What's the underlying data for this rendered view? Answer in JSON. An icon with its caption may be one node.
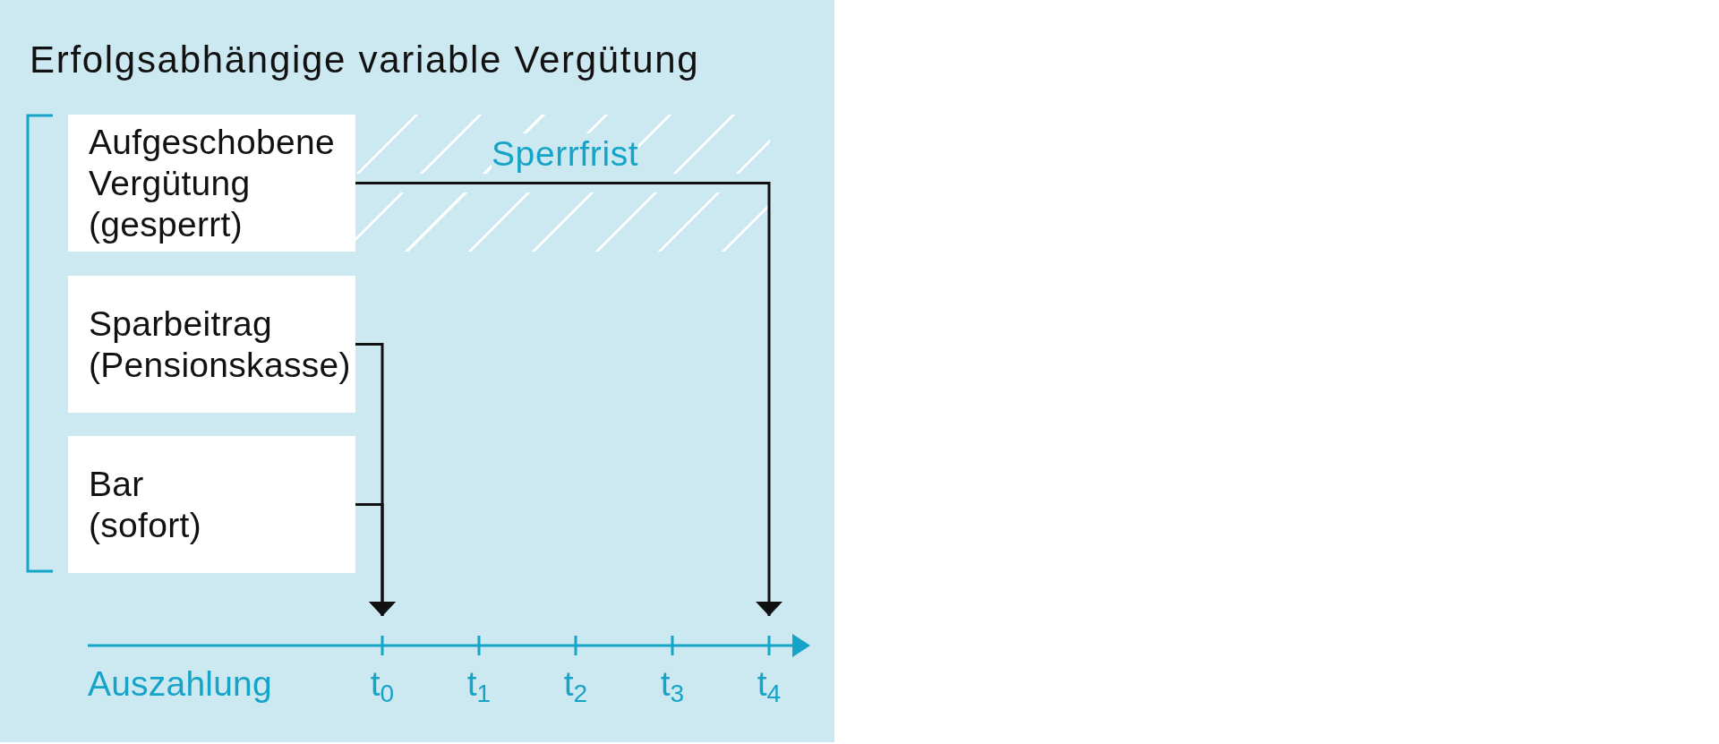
{
  "diagram": {
    "title": "Erfolgsabhängige variable Vergütung",
    "nodes": [
      {
        "text": [
          "Aufgeschobene Vergütung (gesperrt)"
        ]
      },
      {
        "text": [
          "Sparbeitrag (Pensionskasse)"
        ]
      },
      {
        "text": [
          "Bar (sofort)"
        ]
      },
      {
        "text": [
          "t$_{0}$"
        ]
      },
      {
        "text": [
          "t$_{4}$"
        ]
      }
    ],
    "edges": [
      {
        "from": 0,
        "to": 4,
        "arrow": "to"
      },
      {
        "from": 1,
        "to": 3,
        "arrow": "to"
      },
      {
        "from": 2,
        "to": 3,
        "arrow": "to"
      }
    ],
    "labels": [
      "Sperrfrist",
      "Auszahlung",
      "t$_{1}$",
      "t$_{2}$",
      "t$_{3}$"
    ]
  }
}
